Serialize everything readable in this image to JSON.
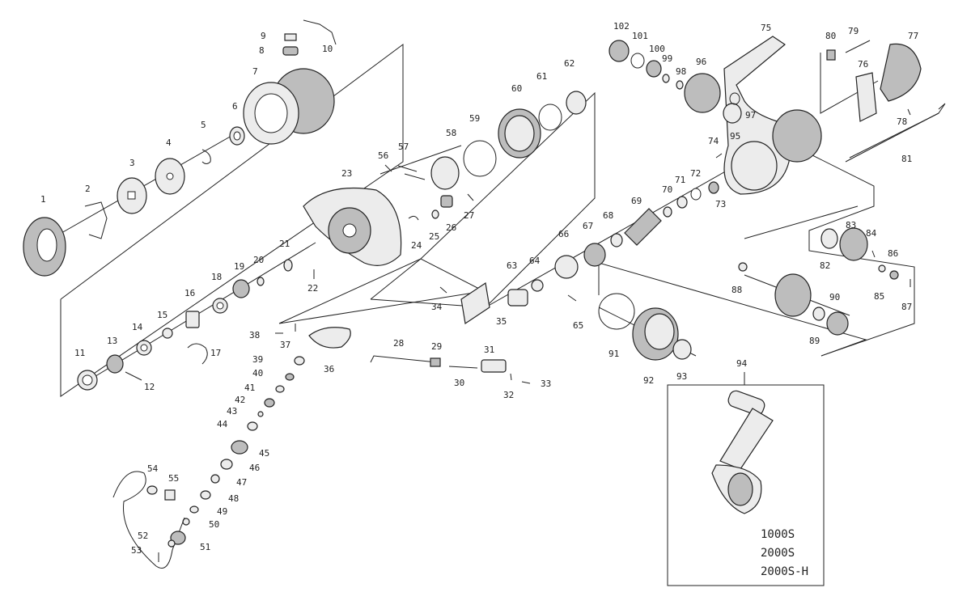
{
  "diagram": {
    "part_numbers": [
      "1",
      "2",
      "3",
      "4",
      "5",
      "6",
      "7",
      "8",
      "9",
      "10",
      "11",
      "12",
      "13",
      "14",
      "15",
      "16",
      "17",
      "18",
      "19",
      "20",
      "21",
      "22",
      "23",
      "24",
      "25",
      "26",
      "27",
      "28",
      "29",
      "30",
      "31",
      "32",
      "33",
      "34",
      "35",
      "36",
      "37",
      "38",
      "39",
      "40",
      "41",
      "42",
      "43",
      "44",
      "45",
      "46",
      "47",
      "48",
      "49",
      "50",
      "51",
      "52",
      "53",
      "54",
      "55",
      "56",
      "57",
      "58",
      "59",
      "60",
      "61",
      "62",
      "63",
      "64",
      "65",
      "66",
      "67",
      "68",
      "69",
      "70",
      "71",
      "72",
      "73",
      "74",
      "75",
      "76",
      "77",
      "78",
      "79",
      "80",
      "81",
      "82",
      "83",
      "84",
      "85",
      "86",
      "87",
      "88",
      "89",
      "90",
      "91",
      "92",
      "93",
      "94",
      "95",
      "96",
      "97",
      "98",
      "99",
      "100",
      "101",
      "102"
    ],
    "models": [
      "1000S",
      "2000S",
      "2000S-H"
    ]
  }
}
